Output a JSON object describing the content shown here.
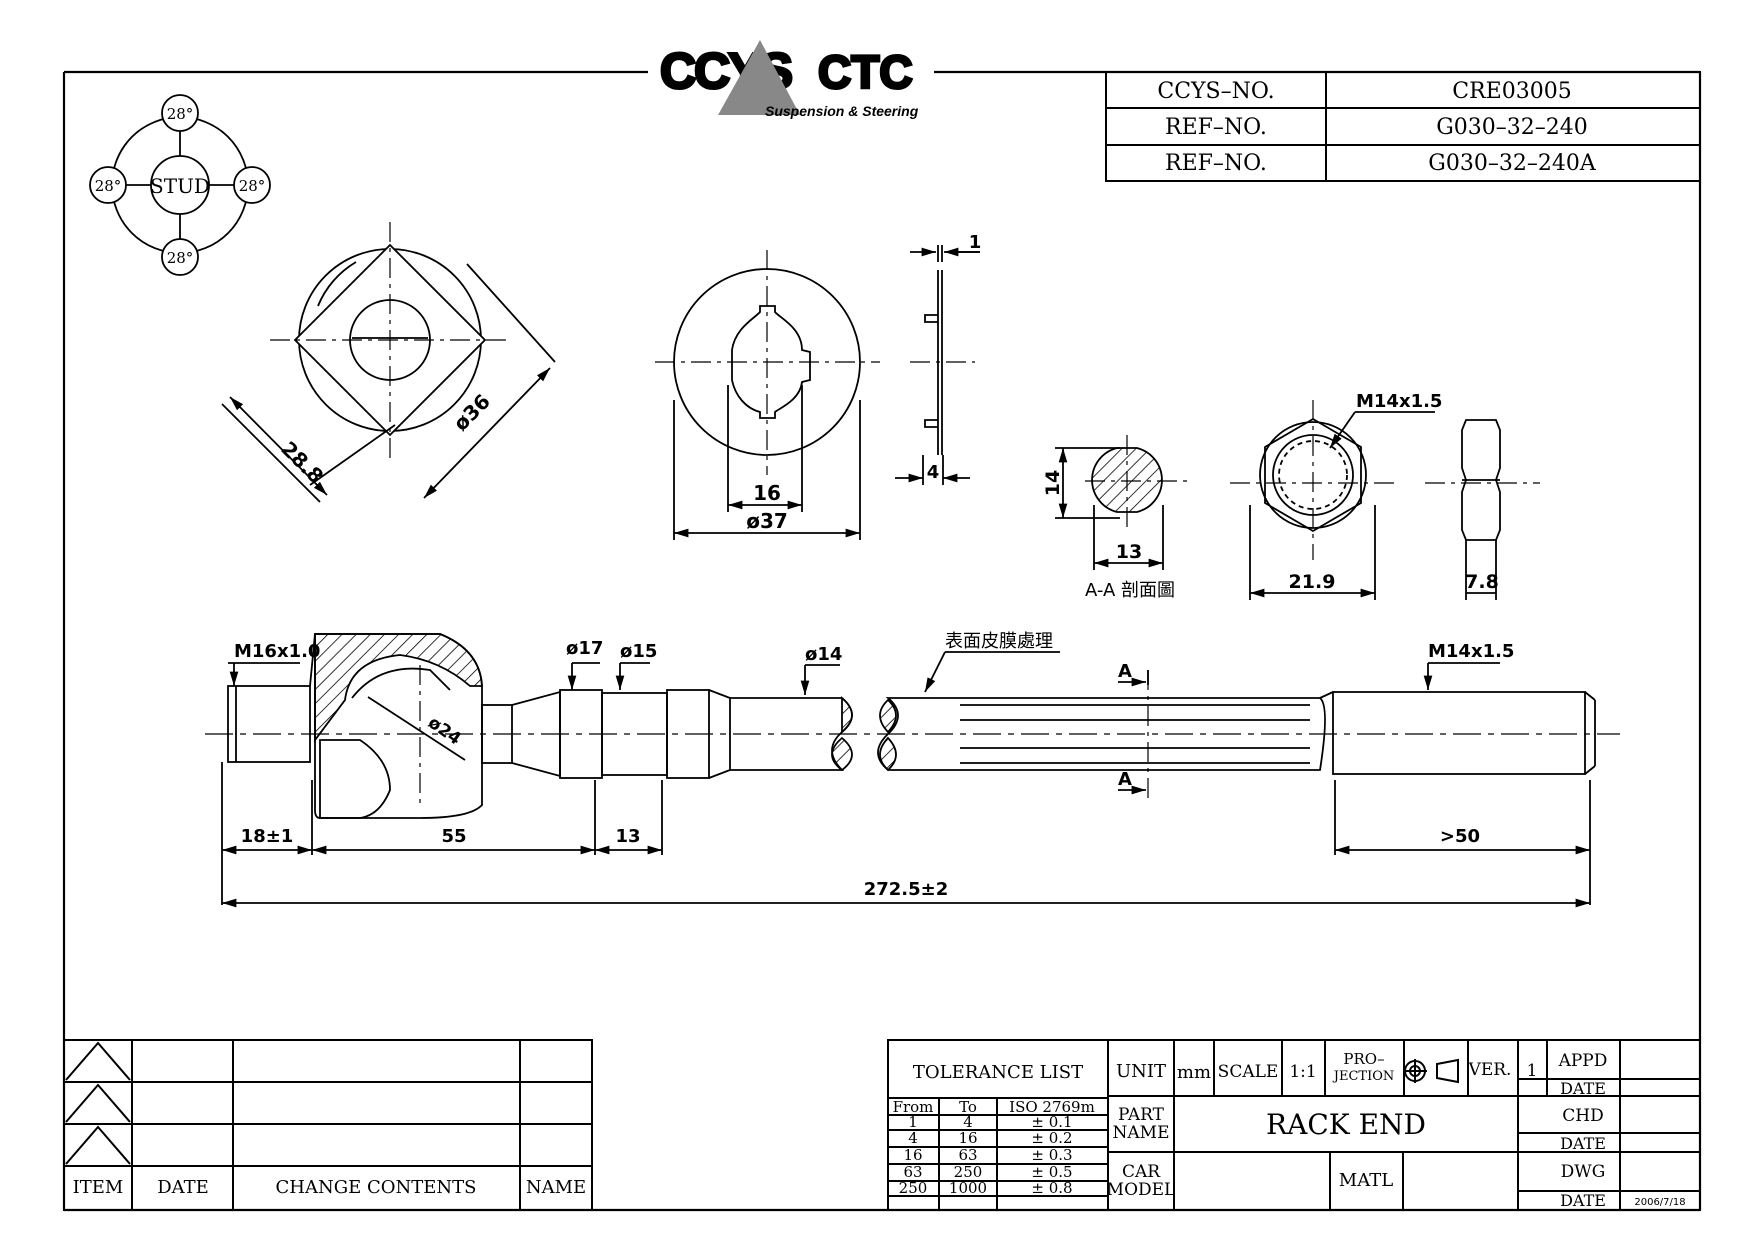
{
  "logo": {
    "left": "CCYS",
    "right": "CTC",
    "tagline": "Suspension & Steering"
  },
  "ref_table": [
    {
      "label": "CCYS–NO.",
      "value": "CRE03005"
    },
    {
      "label": "REF–NO.",
      "value": "G030–32–240"
    },
    {
      "label": "REF–NO.",
      "value": "G030–32–240A"
    }
  ],
  "stud": {
    "center": "STUD",
    "angles": [
      "28°",
      "28°",
      "28°",
      "28°"
    ]
  },
  "dims": {
    "square_washer_side": "28.8",
    "square_washer_dia": "ø36",
    "round_washer_inner": "16",
    "round_washer_dia": "ø37",
    "washer_thickness": "1",
    "washer_height": "4",
    "section_height": "14",
    "section_width": "13",
    "section_label": "A-A 剖面圖",
    "nut_thread": "M14x1.5",
    "nut_width": "21.9",
    "nut_thickness": "7.8",
    "thread_left": "M16x1.0",
    "dia_17": "ø17",
    "dia_15": "ø15",
    "dia_14": "ø14",
    "surface_note": "表面皮膜處理",
    "section_mark": "A",
    "ball_dia": "ø24",
    "thread_right": "M14x1.5",
    "len_thread_left": "18±1",
    "len_housing": "55",
    "len_neck": "13",
    "len_thread_right": ">50",
    "len_total": "272.5±2"
  },
  "revision_table": {
    "headers": [
      "ITEM",
      "DATE",
      "CHANGE CONTENTS",
      "NAME"
    ]
  },
  "title_block": {
    "tolerance_title": "TOLERANCE  LIST",
    "tol_headers": [
      "From",
      "To",
      "ISO  2769m"
    ],
    "tol_rows": [
      [
        "1",
        "4",
        "±  0.1"
      ],
      [
        "4",
        "16",
        "±  0.2"
      ],
      [
        "16",
        "63",
        "±  0.3"
      ],
      [
        "63",
        "250",
        "±  0.5"
      ],
      [
        "250",
        "1000",
        "±  0.8"
      ]
    ],
    "unit_label": "UNIT",
    "unit_value": "mm",
    "scale_label": "SCALE",
    "scale_value": "1:1",
    "projection_label_1": "PRO–",
    "projection_label_2": "JECTION",
    "ver_label": "VER.",
    "ver_value": "1",
    "appd_label": "APPD",
    "date_label": "DATE",
    "chd_label": "CHD",
    "dwg_label": "DWG",
    "dwg_date": "2006/7/18",
    "part_name_label_1": "PART",
    "part_name_label_2": "NAME",
    "part_name": "RACK  END",
    "car_model_label_1": "CAR",
    "car_model_label_2": "MODEL",
    "matl_label": "MATL"
  }
}
